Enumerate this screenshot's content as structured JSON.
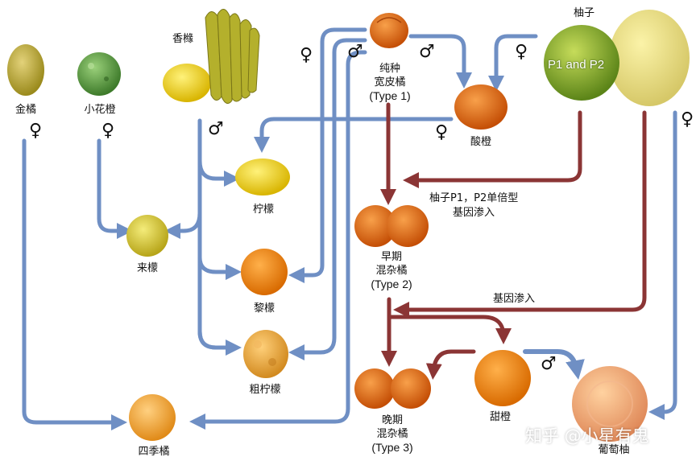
{
  "labels": {
    "kumquat": "金橘",
    "papeda": "小花橙",
    "citron": "香橼",
    "mandarin_line1": "纯种",
    "mandarin_line2": "宽皮橘",
    "mandarin_line3": "(Type 1)",
    "pummelo": "柚子",
    "pummelo_tag": "P1 and P2",
    "sour_orange": "酸橙",
    "lemon": "柠檬",
    "mexican_lime": "来檬",
    "limonia": "黎檬",
    "rough_lemon": "粗柠檬",
    "early_line1": "早期",
    "early_line2": "混杂橘",
    "early_line3": "(Type 2)",
    "late_line1": "晚期",
    "late_line2": "混杂橘",
    "late_line3": "(Type 3)",
    "sweet_orange": "甜橙",
    "grapefruit": "葡萄柚",
    "calamondin": "四季橘"
  },
  "notes": {
    "pummelo_haplotype_line1": "柚子P1，P2单倍型",
    "pummelo_haplotype_line2": "基因渗入",
    "introgression": "基因渗入"
  },
  "symbols": {
    "female": "♀",
    "male": "♂"
  },
  "watermark": "知乎 @小星有鬼",
  "colors": {
    "blue_arrow": "#6f8fc4",
    "red_arrow": "#8b3535"
  }
}
